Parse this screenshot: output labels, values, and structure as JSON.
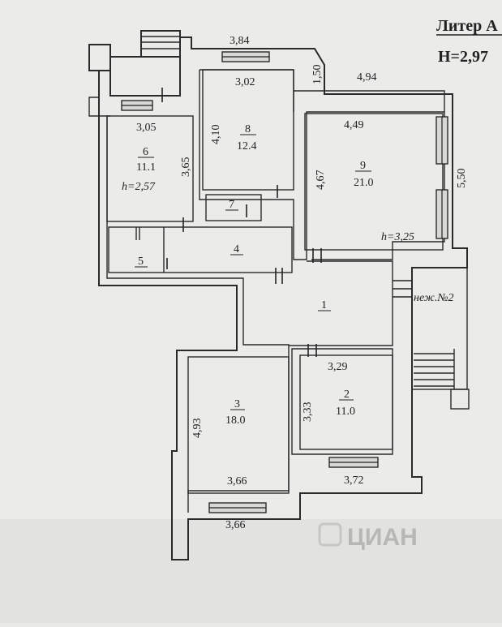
{
  "header": {
    "liter": "Литер А",
    "height": "Н=2,97"
  },
  "rooms": {
    "r1": {
      "num": "1"
    },
    "r2": {
      "num": "2",
      "area": "11.0"
    },
    "r3": {
      "num": "3",
      "area": "18.0"
    },
    "r4": {
      "num": "4"
    },
    "r5": {
      "num": "5"
    },
    "r6": {
      "num": "6",
      "area": "11.1",
      "height": "h=2,57"
    },
    "r7": {
      "num": "7"
    },
    "r8": {
      "num": "8",
      "area": "12.4"
    },
    "r9": {
      "num": "9",
      "area": "21.0",
      "height": "h=3,25"
    }
  },
  "dimensions": {
    "top_384": "3,84",
    "top_150": "1,50",
    "top_494": "4,94",
    "r8_width": "3,02",
    "r8_height": "4,10",
    "r6_width": "3,05",
    "r6_height": "3,65",
    "r9_width": "4,49",
    "r9_height": "4,67",
    "right_550": "5,50",
    "r2_width": "3,29",
    "r2_height": "3,33",
    "r2_bottom": "3,72",
    "r3_width_in": "3,66",
    "r3_width_out": "3,66",
    "r3_height": "4,93"
  },
  "labels": {
    "nonres": "неж.№2"
  },
  "watermark": {
    "brand": "ЦИАН"
  }
}
